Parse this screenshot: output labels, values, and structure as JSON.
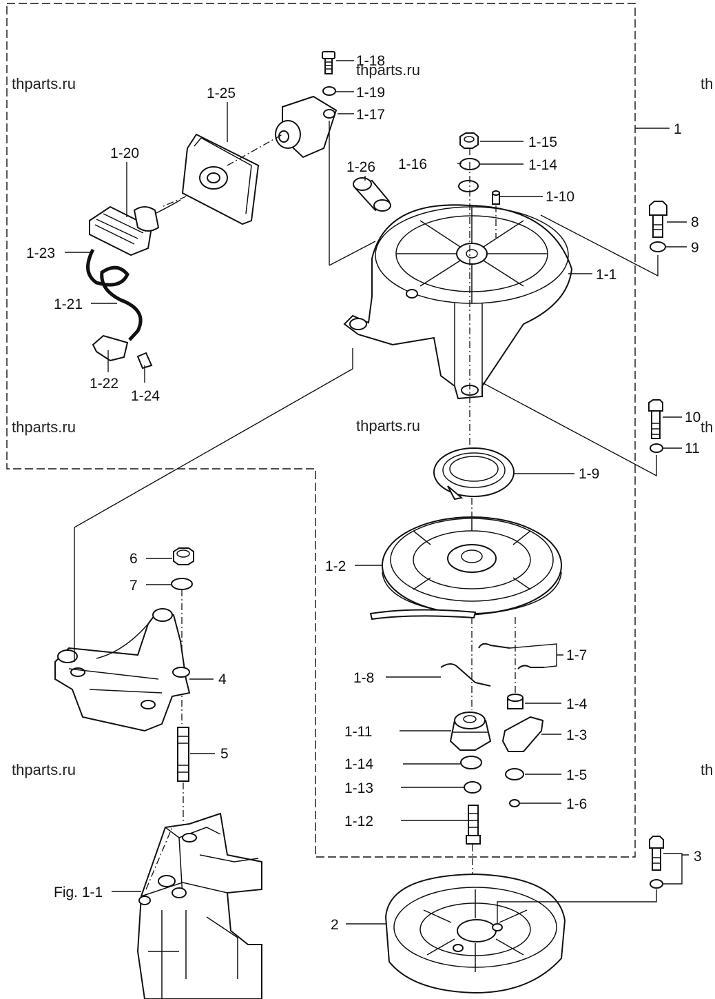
{
  "watermarks": [
    "thparts.ru",
    "thparts.ru",
    "thparts.ru",
    "thparts.ru",
    "thparts.ru",
    "th",
    "th",
    "th"
  ],
  "labels": {
    "p1_18": "1-18",
    "p1_19": "1-19",
    "p1_17": "1-17",
    "p1_25": "1-25",
    "p1_20": "1-20",
    "p1_23": "1-23",
    "p1_21": "1-21",
    "p1_22": "1-22",
    "p1_24": "1-24",
    "p1_26": "1-26",
    "p1_15": "1-15",
    "p1_16": "1-16",
    "p1_14a": "1-14",
    "p1_10": "1-10",
    "p1_1": "1-1",
    "p1": "1",
    "p8": "8",
    "p9": "9",
    "p10": "10",
    "p11": "11",
    "p1_9": "1-9",
    "p1_2": "1-2",
    "p6": "6",
    "p7": "7",
    "p4": "4",
    "p1_7": "1-7",
    "p1_8": "1-8",
    "p1_4": "1-4",
    "p1_11": "1-11",
    "p1_3": "1-3",
    "p5": "5",
    "p1_14b": "1-14",
    "p1_5": "1-5",
    "p1_13": "1-13",
    "p1_6": "1-6",
    "p1_12": "1-12",
    "p3": "3",
    "fig": "Fig. 1-1",
    "p2": "2"
  }
}
